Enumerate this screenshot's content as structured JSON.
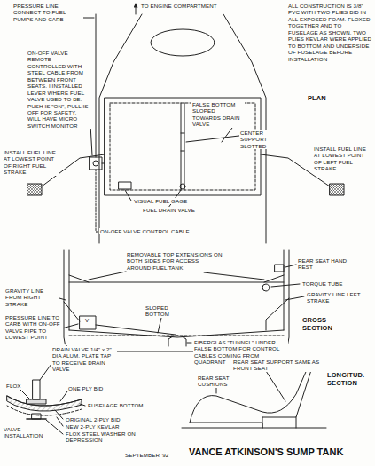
{
  "diagram": {
    "title": "VANCE ATKINSON'S SUMP TANK",
    "labels": [
      "TO ENGINE COMPARTMENT",
      "PRESSURE LINE CONNECT TO FUEL PUMPS AND CARB",
      "ON-OFF VALVE REMOTE CONTROLLED WITH STEEL CABLE FROM BETWEEN FRONT SEATS. I INSTALLED LEVER WHERE FUEL VALVE USED TO BE. PUSH IS \"ON\", PULL IS OFF FOR SAFETY. WILL HAVE MICRO SWITCH MONITOR",
      "INSTALL FUEL LINE AT LOWEST POINT OF RIGHT FUEL STRAKE",
      "ALL CONSTRUCTION IS 3/8\" PVC WITH TWO PLIES BID IN ALL EXPOSED FOAM. FLOXED TOGETHER AND TO FUSELAGE AS SHOWN. TWO PLIES KEVLAR WERE APPLIED TO BOTTOM AND UNDERSIDE OF FUSELAGE BEFORE INSTALLATION",
      "PLAN",
      "INSTALL FUEL LINE AT LOWEST POINT OF LEFT FUEL STRAKE",
      "FALSE BOTTOM SLOPED TOWARDS DRAIN VALVE",
      "CENTER SUPPORT SLOTTED",
      "VISUAL FUEL GAGE",
      "FUEL DRAIN VALVE",
      "ON-OFF VALVE CONTROL CABLE",
      "REMOVABLE TOP EXTENSIONS ON BOTH SIDES FOR ACCESS AROUND FUEL TANK",
      "REAR SEAT HAND REST",
      "TORQUE TUBE",
      "GRAVITY LINE LEFT STRAKE",
      "CROSS SECTION",
      "GRAVITY LINE FROM RIGHT STRAKE",
      "PRESSURE LINE TO CARB WITH ON-OFF VALVE PIPE TO LOWEST POINT",
      "V",
      "SLOPED BOTTOM",
      "FIBERGLAS \"TUNNEL\" UNDER FALSE BOTTOM FOR CONTROL CABLES COMING FROM QUADRANT",
      "DRAIN VALVE 1/4\" x 2\" DIA ALUM. PLATE TAP TO RECEIVE DRAIN VALVE",
      "FLOX",
      "ONE PLY BID",
      "REAR SEAT SUPPORT SAME AS FRONT SEAT",
      "REAR SEAT CUSHIONS",
      "LONGITUD. SECTION",
      "FUSELAGE BOTTOM",
      "ORIGINAL 2-PLY BID",
      "NEW 2-PLY KEVLAR",
      "FLOX STEEL WASHER ON DEPRESSION",
      "VALVE INSTALLATION",
      "SEPTEMBER '92"
    ]
  }
}
